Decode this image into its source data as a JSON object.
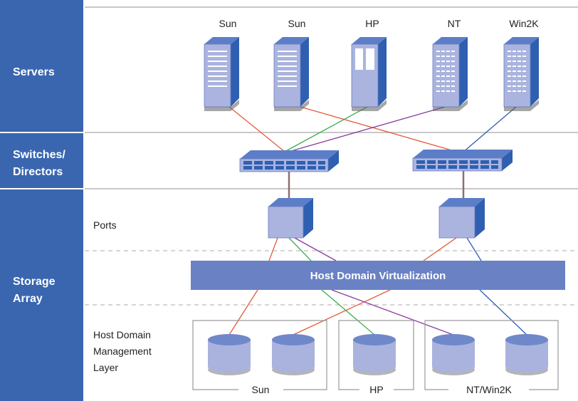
{
  "colors": {
    "band": "#3a66b0",
    "rule": "#c8c8c8",
    "device_front": "#aab4df",
    "device_side": "#2f5fb0",
    "device_top": "#5c7ec8",
    "virtualization_bar": "#6a82c4",
    "disk_body": "#a9b3de",
    "disk_top": "#6f88c9",
    "link_sun": "#e35a3a",
    "link_hp": "#3bb04a",
    "link_nt": "#8a3aa0",
    "link_win2k": "#2f5fb0",
    "link_trunk": "#8b6f6f"
  },
  "bands": {
    "servers": "Servers",
    "switches_line1": "Switches/",
    "switches_line2": "Directors",
    "storage_line1": "Storage",
    "storage_line2": "Array"
  },
  "servers": [
    {
      "label": "Sun",
      "icon": "server-tower-icon"
    },
    {
      "label": "Sun",
      "icon": "server-tower-icon"
    },
    {
      "label": "HP",
      "icon": "server-tower-icon"
    },
    {
      "label": "NT",
      "icon": "server-tower-icon"
    },
    {
      "label": "Win2K",
      "icon": "server-tower-icon"
    }
  ],
  "switches": [
    {
      "icon": "network-switch-icon"
    },
    {
      "icon": "network-switch-icon"
    }
  ],
  "ports": {
    "label": "Ports",
    "items": [
      {
        "icon": "port-cube-icon"
      },
      {
        "icon": "port-cube-icon"
      }
    ]
  },
  "virtualization": {
    "label": "Host Domain Virtualization"
  },
  "management": {
    "label_line1": "Host Domain",
    "label_line2": "Management",
    "label_line3": "Layer"
  },
  "disk_groups": [
    {
      "label": "Sun",
      "disks": 2
    },
    {
      "label": "HP",
      "disks": 1
    },
    {
      "label": "NT/Win2K",
      "disks": 2
    }
  ]
}
